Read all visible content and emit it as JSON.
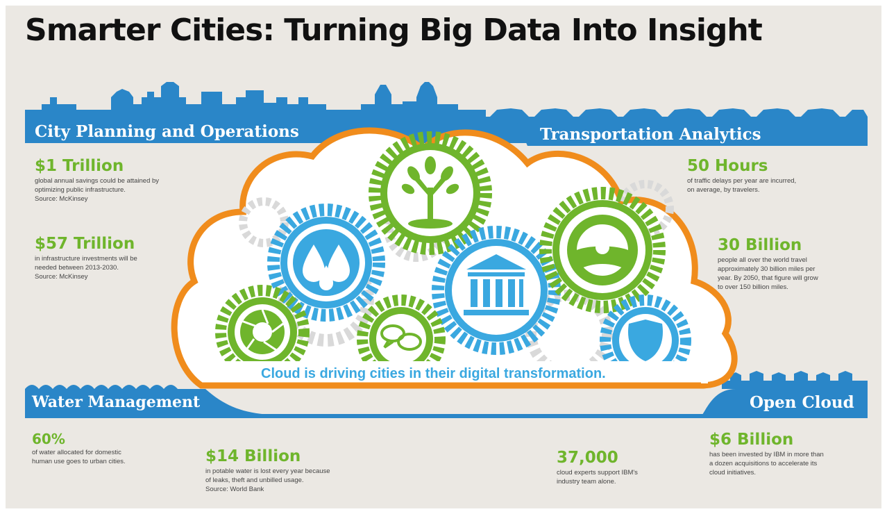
{
  "title": "Smarter Cities: Turning Big Data Into Insight",
  "sections": {
    "city_planning": "City Planning and Operations",
    "transportation": "Transportation Analytics",
    "water": "Water Management",
    "open_cloud": "Open Cloud"
  },
  "cloud_caption": "Cloud is driving cities in their digital transformation.",
  "stats": {
    "s1": {
      "value": "$1 Trillion",
      "lines": [
        "global annual savings could be attained by",
        "optimizing public infrastructure.",
        "Source: McKinsey"
      ]
    },
    "s2": {
      "value": "$57 Trillion",
      "lines": [
        "in infrastructure investments will be",
        "needed between 2013-2030.",
        "Source: McKinsey"
      ]
    },
    "s3": {
      "value": "50 Hours",
      "lines": [
        "of traffic delays per year are incurred,",
        "on average, by travelers."
      ]
    },
    "s4": {
      "value": "30 Billion",
      "lines": [
        "people all over the world travel",
        "approximately 30 billion miles per",
        "year. By 2050, that figure will grow",
        "to over 150 billion miles."
      ]
    },
    "s5": {
      "value": "60%",
      "lines": [
        "of water allocated for domestic",
        "human use goes to urban cities."
      ]
    },
    "s6": {
      "value": "$14 Billion",
      "lines": [
        "in potable water is lost every year because",
        "of leaks, theft and unbilled usage.",
        "Source: World Bank"
      ]
    },
    "s7": {
      "value": "37,000",
      "lines": [
        "cloud experts support IBM's",
        "industry team alone."
      ]
    },
    "s8": {
      "value": "$6 Billion",
      "lines": [
        "has been invested by IBM in more than",
        "a dozen acquisitions to accelerate its",
        "cloud initiatives."
      ]
    }
  },
  "colors": {
    "blue": "#2a86c8",
    "light_blue": "#3aa8e0",
    "green": "#6fb52c",
    "orange": "#f08c1c",
    "background": "#ebe8e3"
  },
  "icons": [
    "tree-icon",
    "water-drops-icon",
    "government-building-icon",
    "steering-wheel-icon",
    "aperture-icon",
    "chat-bubbles-icon",
    "shield-icon"
  ]
}
